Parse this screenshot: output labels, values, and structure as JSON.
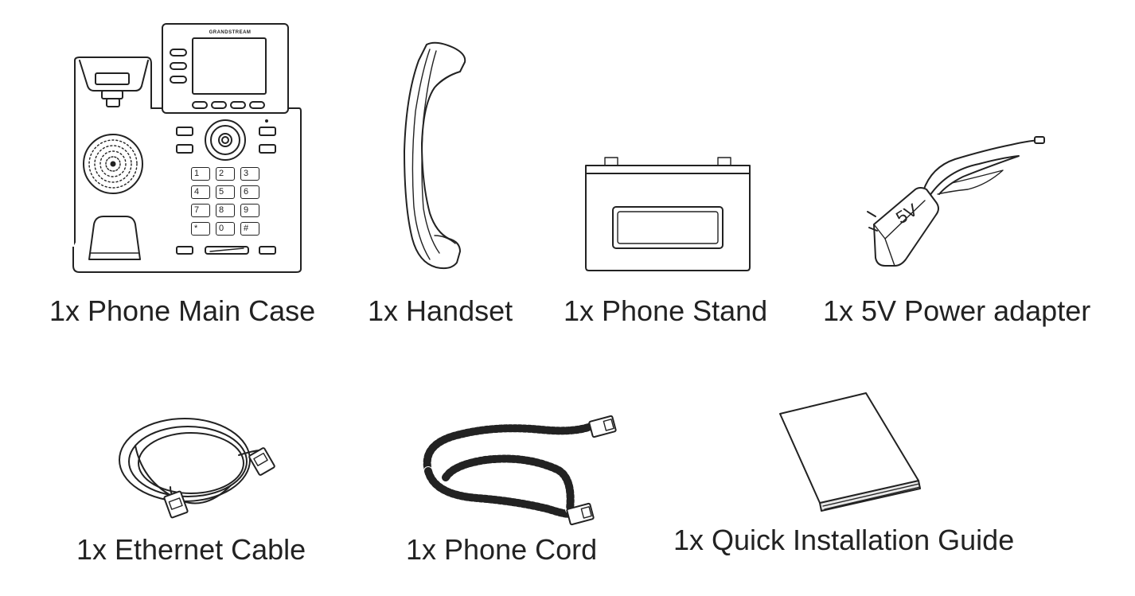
{
  "items": {
    "phone_main_case": {
      "caption": "1x Phone Main Case",
      "brand": "GRANDSTREAM"
    },
    "handset": {
      "caption": "1x Handset"
    },
    "phone_stand": {
      "caption": "1x Phone Stand"
    },
    "power_adapter": {
      "caption": "1x 5V Power adapter",
      "label": "5V"
    },
    "ethernet_cable": {
      "caption": "1x Ethernet Cable"
    },
    "phone_cord": {
      "caption": "1x Phone Cord"
    },
    "quick_guide": {
      "caption": "1x Quick Installation Guide"
    }
  },
  "keypad": {
    "keys": [
      "1",
      "2",
      "3",
      "4",
      "5",
      "6",
      "7",
      "8",
      "9",
      "*",
      "0",
      "#"
    ]
  }
}
